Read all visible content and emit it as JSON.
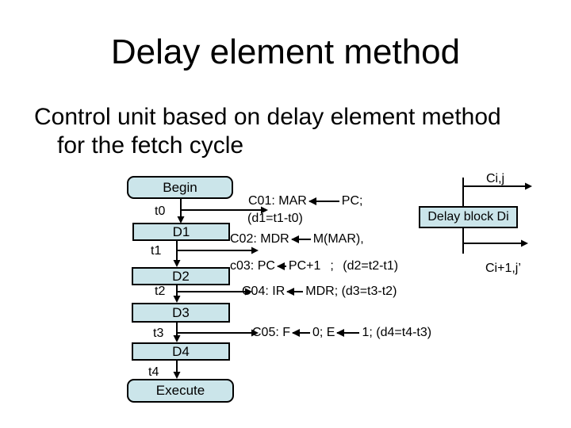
{
  "title": "Delay element method",
  "subtitle": {
    "line1": "Control unit based on delay element method",
    "line2": "for the fetch cycle"
  },
  "flowchart": {
    "begin_label": "Begin",
    "execute_label": "Execute",
    "delays": [
      "D1",
      "D2",
      "D3",
      "D4"
    ],
    "time_labels": [
      "t0",
      "t1",
      "t2",
      "t3",
      "t4"
    ]
  },
  "annotations": {
    "c01": {
      "lhs": "C01: MAR",
      "rhs": "PC;",
      "note": "(d1=t1-t0)"
    },
    "c02": {
      "lhs": "C02: MDR",
      "rhs": "M(MAR),"
    },
    "c03": {
      "lhs": "c03: PC",
      "rhs": "PC+1",
      "tail": "; (d2=t2-t1)"
    },
    "c04": {
      "lhs": "C04: IR",
      "rhs": "MDR; (d3=t3-t2)"
    },
    "c05": {
      "lhs": "C05: F",
      "mid": "0; E",
      "rhs": "1; (d4=t4-t3)"
    }
  },
  "delay_block": {
    "label": "Delay block Di",
    "input_label": "Ci,j",
    "output_label": "Ci+1,j’"
  },
  "colors": {
    "background": "#ffffff",
    "box_fill": "#cbe5ea",
    "box_border": "#000000",
    "text": "#000000"
  }
}
